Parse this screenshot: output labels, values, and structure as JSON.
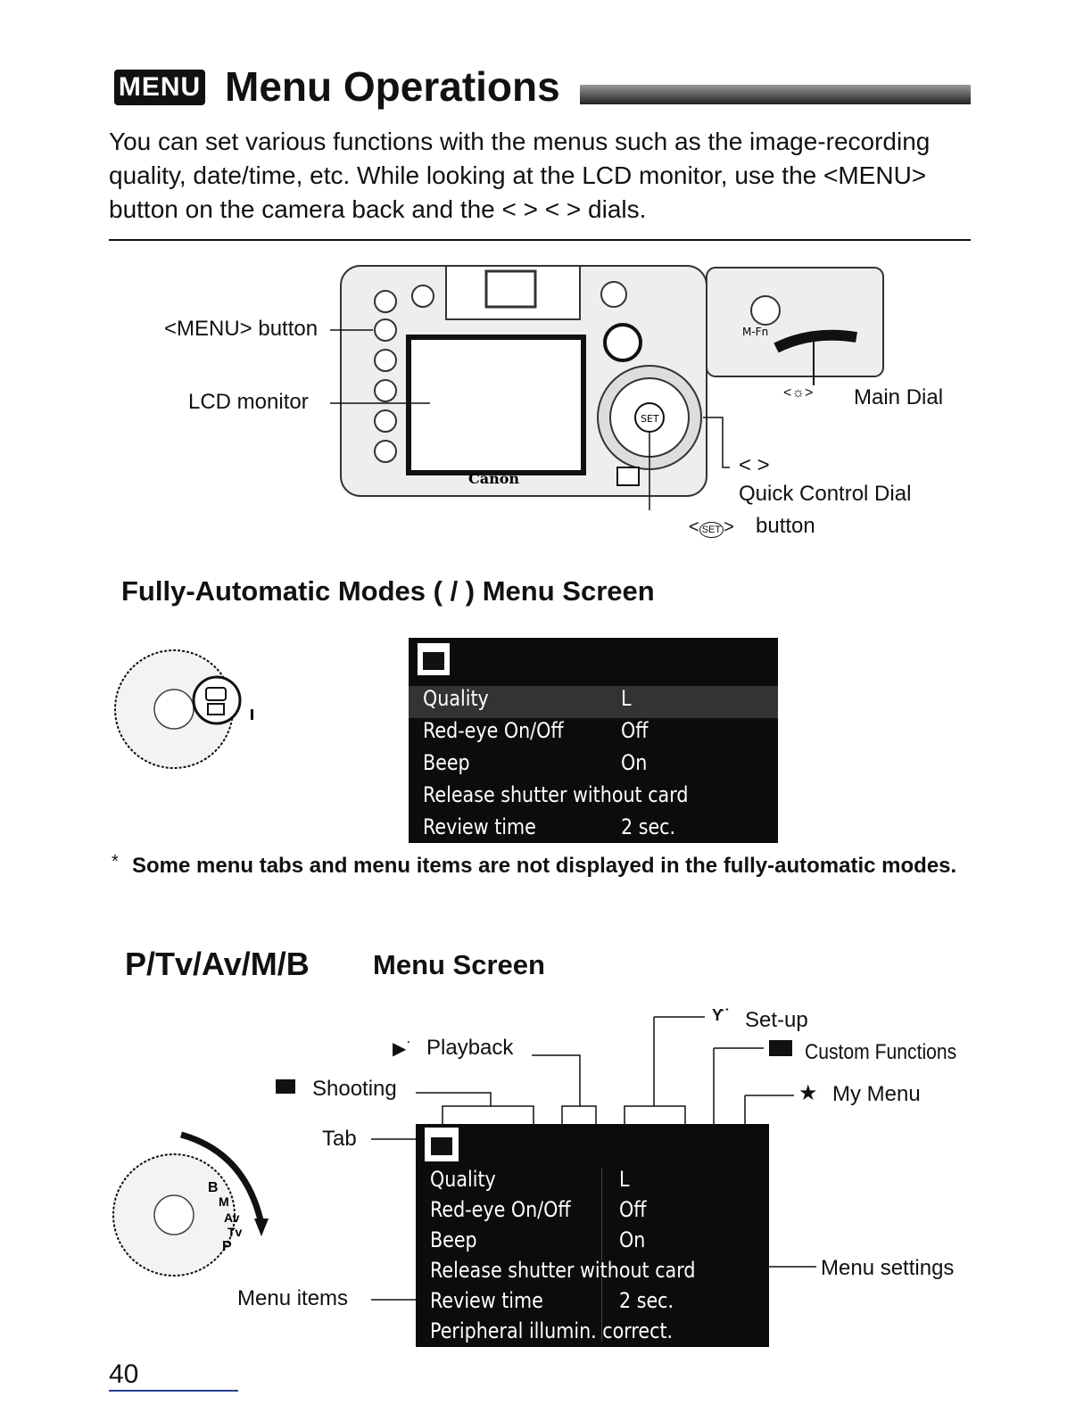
{
  "header": {
    "badge": "MENU",
    "title": "Menu Operations"
  },
  "intro": "You can set various functions with the menus such as the image-recording quality, date/time, etc. While looking at the LCD monitor, use the <MENU> button on the camera back and the < > < > dials.",
  "camera_labels": {
    "menu_button": "<MENU> button",
    "lcd_monitor": "LCD monitor",
    "main_dial": "Main Dial",
    "qcd_symbol": "< >",
    "quick_control_dial": "Quick Control Dial",
    "set_button": "button",
    "brand": "Canon",
    "mfn": "M-Fn"
  },
  "section1": {
    "title": "Fully-Automatic Modes ( / ) Menu Screen",
    "menu_rows": [
      {
        "label": "Quality",
        "value": "L"
      },
      {
        "label": "Red-eye On/Off",
        "value": "Off"
      },
      {
        "label": "Beep",
        "value": "On"
      },
      {
        "label": "Release shutter without card",
        "value": ""
      },
      {
        "label": "Review time",
        "value": "2 sec."
      }
    ],
    "note": "Some menu tabs and menu items are not displayed in the fully-automatic modes."
  },
  "section2": {
    "title_modes": "P/Tv/Av/M/B",
    "title_rest": "Menu Screen",
    "callouts": {
      "setup": "Set-up",
      "playback": "Playback",
      "custom_functions": "Custom Functions",
      "shooting": "Shooting",
      "my_menu": "My Menu",
      "tab": "Tab",
      "menu_settings": "Menu settings",
      "menu_items": "Menu items"
    },
    "menu_rows": [
      {
        "label": "Quality",
        "value": "L"
      },
      {
        "label": "Red-eye On/Off",
        "value": "Off"
      },
      {
        "label": "Beep",
        "value": "On"
      },
      {
        "label": "Release shutter without card",
        "value": ""
      },
      {
        "label": "Review time",
        "value": "2 sec."
      },
      {
        "label": "Peripheral illumin. correct.",
        "value": ""
      }
    ]
  },
  "page_number": "40"
}
